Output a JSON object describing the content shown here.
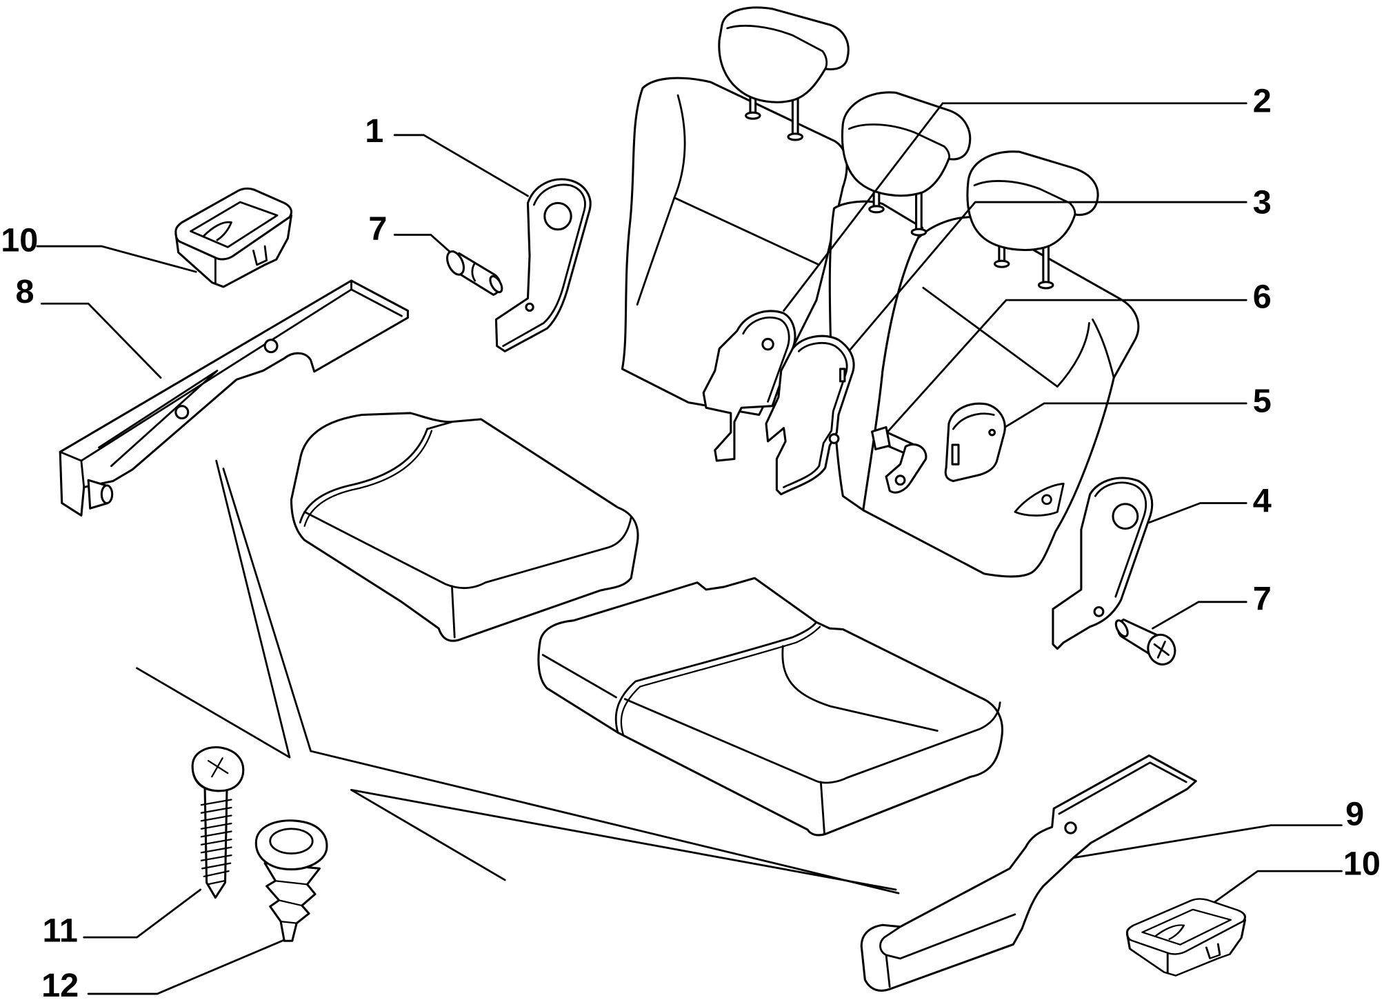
{
  "callouts": [
    "1",
    "2",
    "3",
    "6",
    "5",
    "4",
    "7",
    "9",
    "10",
    "10",
    "7",
    "8",
    "11",
    "12"
  ],
  "colors": {
    "line": "#000000",
    "background": "#ffffff"
  }
}
